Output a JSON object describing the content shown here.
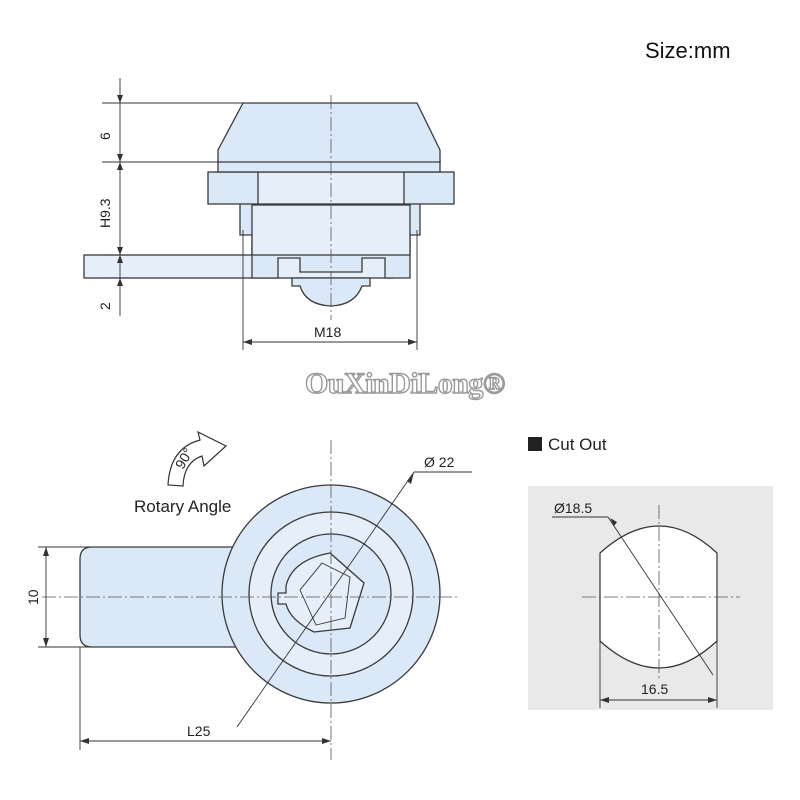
{
  "header": {
    "units_label": "Size:mm"
  },
  "watermark": {
    "text": "OuXinDiLong®"
  },
  "top_view": {
    "dim_head_height": "6",
    "dim_body_height": "H9.3",
    "dim_plate_thickness": "2",
    "dim_thread": "M18"
  },
  "front_view": {
    "rotary_label": "Rotary Angle",
    "rotary_angle": "90°",
    "dim_diameter": "Ø 22",
    "dim_cam_width": "10",
    "dim_length": "L25"
  },
  "cutout_view": {
    "title": "Cut Out",
    "dim_diameter": "Ø18.5",
    "dim_flat_width": "16.5"
  },
  "colors": {
    "part_fill": "#dbe8f8",
    "line": "#3a3a3a",
    "cutout_bg": "#e9e9e9"
  }
}
